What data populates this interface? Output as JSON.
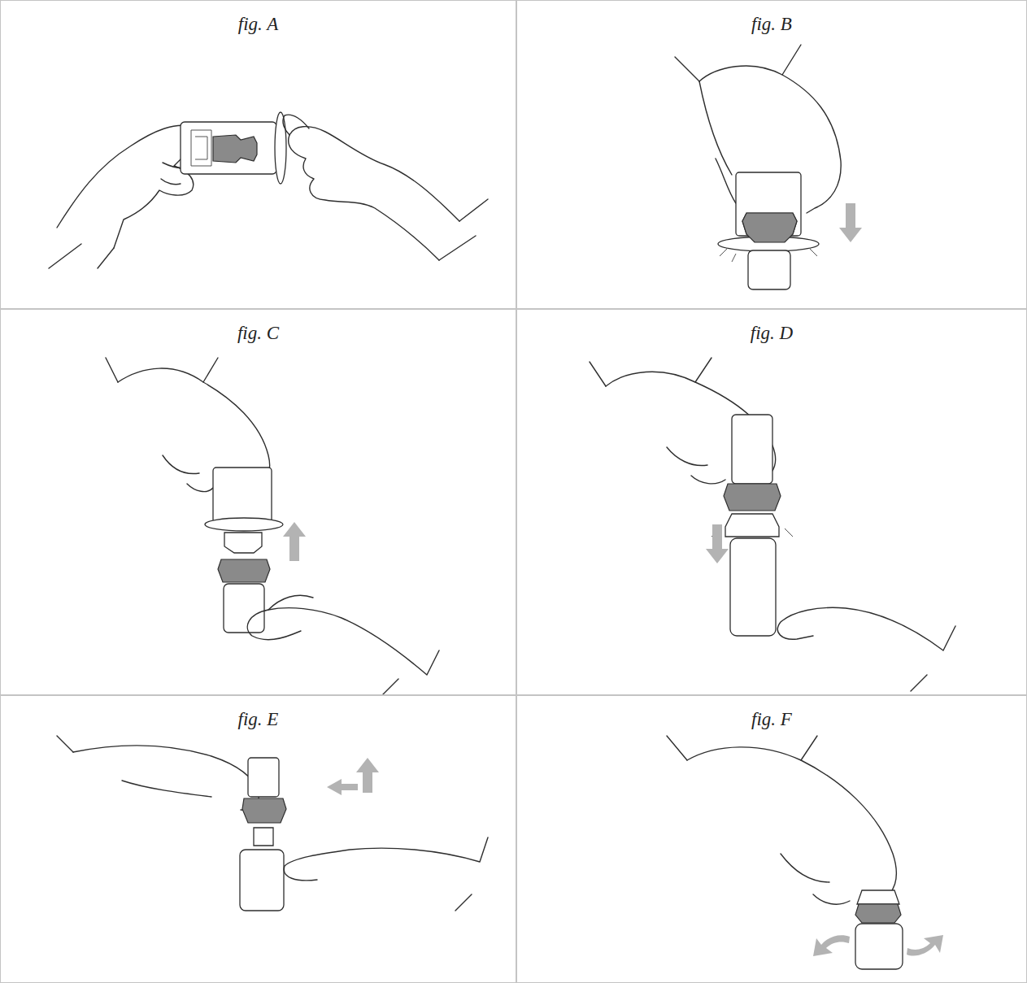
{
  "diagram": {
    "nodes": [
      {
        "text": [
          "fig. A"
        ]
      },
      {
        "text": [
          "fig. B"
        ]
      },
      {
        "text": [
          "fig. C"
        ]
      },
      {
        "text": [
          "fig. D"
        ]
      },
      {
        "text": [
          "fig. E"
        ]
      },
      {
        "text": [
          "fig. F"
        ]
      }
    ]
  }
}
